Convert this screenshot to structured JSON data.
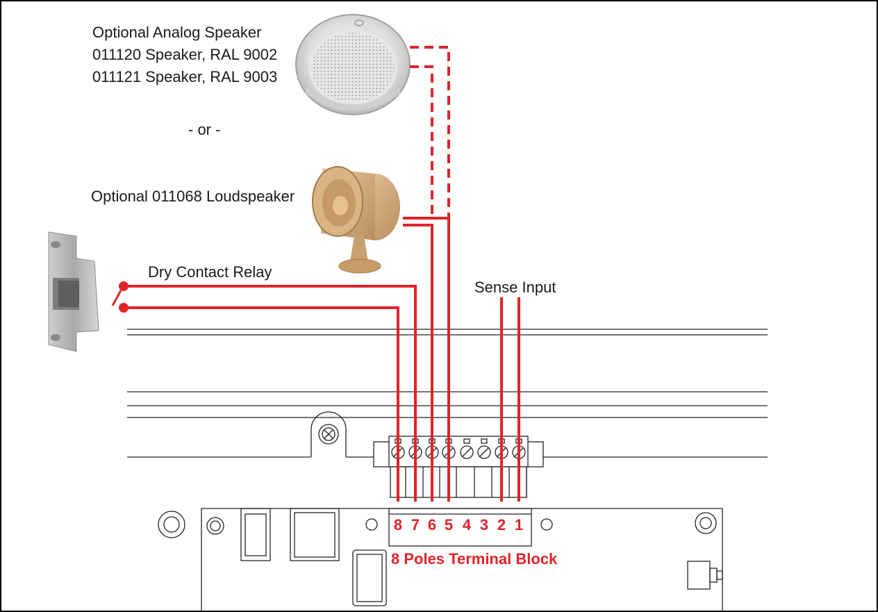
{
  "labels": {
    "analog_speaker_title": "Optional Analog Speaker",
    "analog_speaker_model_1": "011120 Speaker, RAL 9002",
    "analog_speaker_model_2": "011121 Speaker, RAL 9003",
    "or_separator": "- or -",
    "loudspeaker": "Optional 011068 Loudspeaker",
    "relay": "Dry Contact Relay",
    "sense_input": "Sense Input",
    "terminal_block_title": "8 Poles Terminal Block"
  },
  "terminal_numbers": [
    "8",
    "7",
    "6",
    "5",
    "4",
    "3",
    "2",
    "1"
  ],
  "colors": {
    "wire": "#e0232a",
    "terminal_text": "#e0232a",
    "line": "#222222",
    "frame": "#000000"
  },
  "icons": {
    "ceiling_speaker": "ceiling-speaker-icon",
    "horn_speaker": "horn-speaker-icon",
    "door_strike": "door-strike-icon"
  }
}
